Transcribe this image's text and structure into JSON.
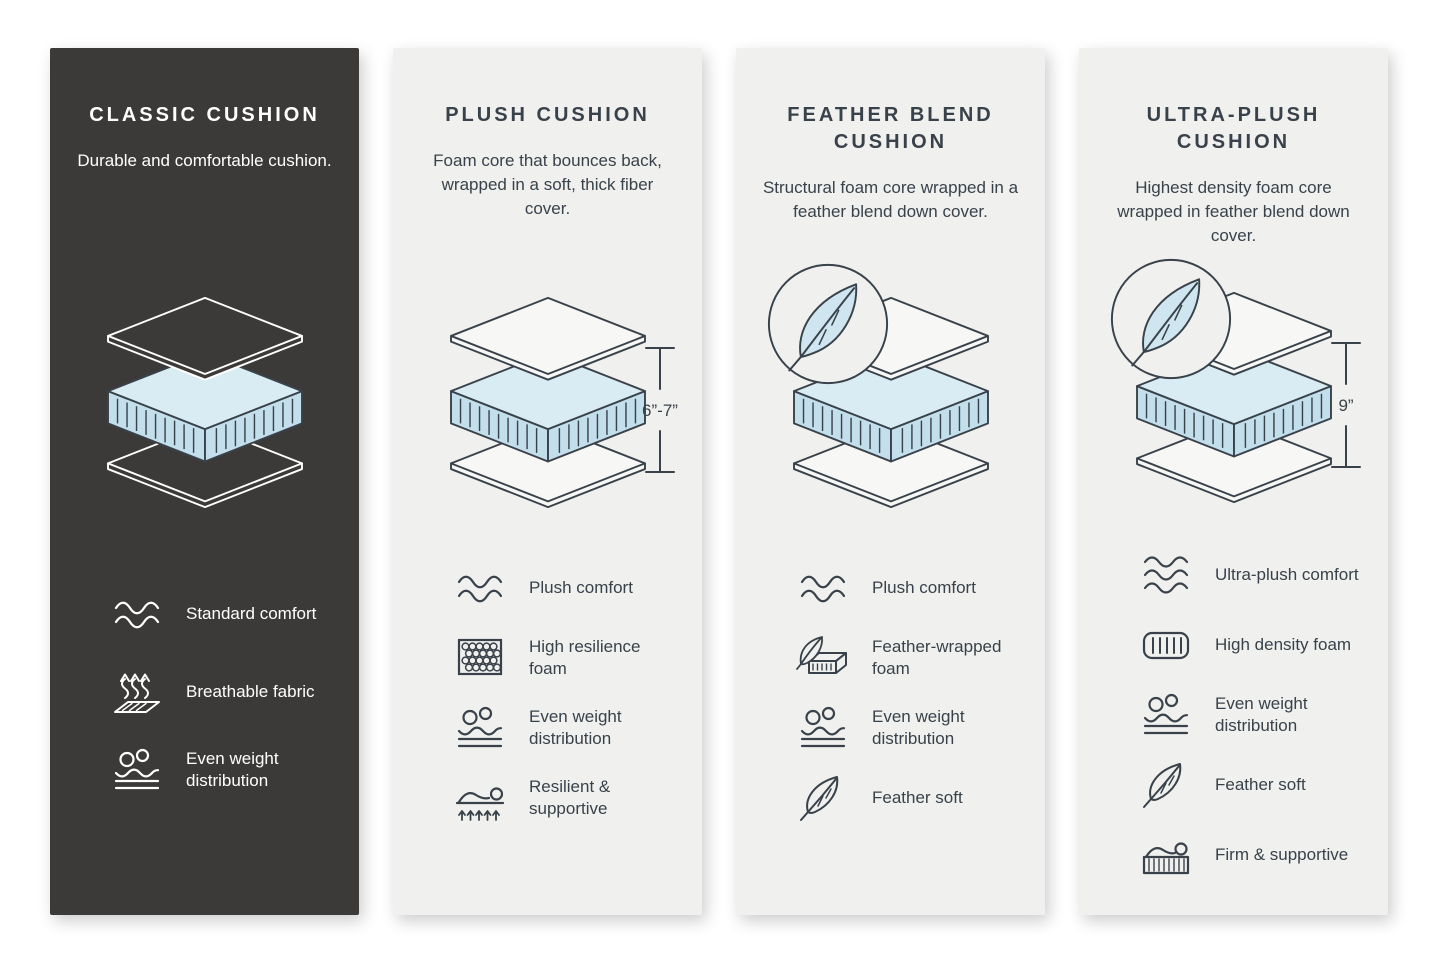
{
  "page": {
    "background": "#ffffff",
    "type": "cushion-comparison-infographic"
  },
  "colors": {
    "panel_dark_bg": "#3b3a38",
    "panel_light_bg": "#f0f0ee",
    "line_dark": "#39424a",
    "foam_blue_top": "#d9ecf4",
    "foam_blue_side": "#c3dfec",
    "badge_feather_blue": "#cfe5ef",
    "text_on_dark": "#ffffff",
    "text_on_light": "#39424a"
  },
  "panels": [
    {
      "id": "classic",
      "theme": "dark",
      "title": "CLASSIC CUSHION",
      "description": "Durable and comfortable cushion.",
      "diagram": {
        "illustration": "cushion-layers"
      },
      "features": [
        {
          "icon": "wave-icon",
          "label": "Standard comfort"
        },
        {
          "icon": "breathable-fabric-icon",
          "label": "Breathable fabric"
        },
        {
          "icon": "even-weight-icon",
          "label": "Even weight distribution"
        }
      ]
    },
    {
      "id": "plush",
      "theme": "light",
      "title": "PLUSH CUSHION",
      "description": "Foam core that bounces back, wrapped in a soft, thick fiber cover.",
      "diagram": {
        "illustration": "cushion-layers"
      },
      "measurement": "6”-7”",
      "features": [
        {
          "icon": "wave-icon",
          "label": "Plush comfort"
        },
        {
          "icon": "foam-grid-icon",
          "label": "High resilience foam"
        },
        {
          "icon": "even-weight-icon",
          "label": "Even weight distribution"
        },
        {
          "icon": "resilient-supportive-icon",
          "label": "Resilient & supportive"
        }
      ]
    },
    {
      "id": "feather-blend",
      "theme": "light",
      "title": "FEATHER BLEND CUSHION",
      "description": "Structural foam core wrapped in a feather blend down cover.",
      "diagram": {
        "illustration": "cushion-layers",
        "badge": "feather-badge-icon"
      },
      "features": [
        {
          "icon": "wave-icon",
          "label": "Plush comfort"
        },
        {
          "icon": "feather-foam-icon",
          "label": "Feather-wrapped foam"
        },
        {
          "icon": "even-weight-icon",
          "label": "Even weight distribution"
        },
        {
          "icon": "feather-icon",
          "label": "Feather soft"
        }
      ]
    },
    {
      "id": "ultra-plush",
      "theme": "light",
      "title": "ULTRA-PLUSH CUSHION",
      "description": "Highest density foam core wrapped in feather blend down cover.",
      "diagram": {
        "illustration": "cushion-layers",
        "badge": "feather-badge-icon"
      },
      "measurement": "9”",
      "features": [
        {
          "icon": "wave3-icon",
          "label": "Ultra-plush comfort"
        },
        {
          "icon": "high-density-foam-icon",
          "label": "High density foam"
        },
        {
          "icon": "even-weight-icon",
          "label": "Even weight distribution"
        },
        {
          "icon": "feather-icon",
          "label": "Feather soft"
        },
        {
          "icon": "firm-supportive-icon",
          "label": "Firm & supportive"
        }
      ]
    }
  ]
}
